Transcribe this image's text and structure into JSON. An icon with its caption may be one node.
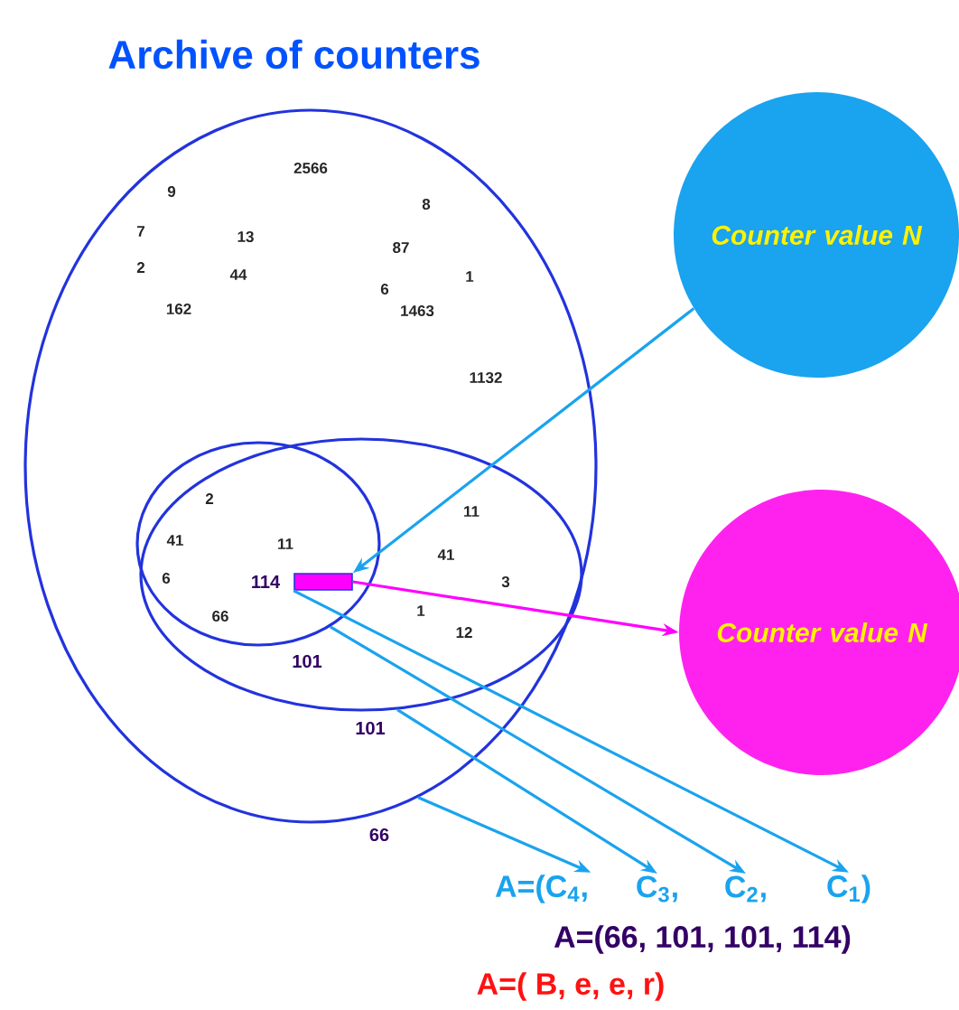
{
  "diagram": {
    "title": "Archive of counters",
    "nodes": [
      {
        "text": [],
        "shape": "circle",
        "beside": [
          "66"
        ]
      },
      {
        "text": [],
        "shape": "circle",
        "beside": [
          "101"
        ],
        "in": 0
      },
      {
        "text": [],
        "shape": "circle",
        "beside": [
          "101"
        ],
        "in": 1
      },
      {
        "text": [],
        "shape": "box",
        "beside": [
          "114"
        ],
        "in": 2
      },
      {
        "text": [
          "Counter value N"
        ]
      },
      {
        "text": [
          "Counter value N"
        ]
      },
      {
        "text": [
          "A=(C$_{4}$,"
        ]
      },
      {
        "text": [
          "C$_{3}$,"
        ]
      },
      {
        "text": [
          "C$_{2}$,"
        ]
      },
      {
        "text": [
          "C$_{1}$)"
        ]
      }
    ],
    "edges": [
      {
        "from": 4,
        "to": 3,
        "arrow": "to"
      },
      {
        "from": 3,
        "to": 5,
        "arrow": "to",
        "color": "#ff00ff"
      },
      {
        "from": 0,
        "to": 6,
        "arrow": "to"
      },
      {
        "from": 1,
        "to": 7,
        "arrow": "to"
      },
      {
        "from": 2,
        "to": 8,
        "arrow": "to"
      },
      {
        "from": 3,
        "to": 9,
        "arrow": "to"
      }
    ],
    "labels": [
      "2566",
      "9",
      "8",
      "7",
      "13",
      "87",
      "2",
      "44",
      "1",
      "6",
      "162",
      "1463",
      "1132",
      "2",
      "11",
      "41",
      "41",
      "11",
      "3",
      "6",
      "1",
      "66",
      "12",
      "A=(66, 101, 101, 114)",
      "A=( B, e, e, r)"
    ]
  }
}
